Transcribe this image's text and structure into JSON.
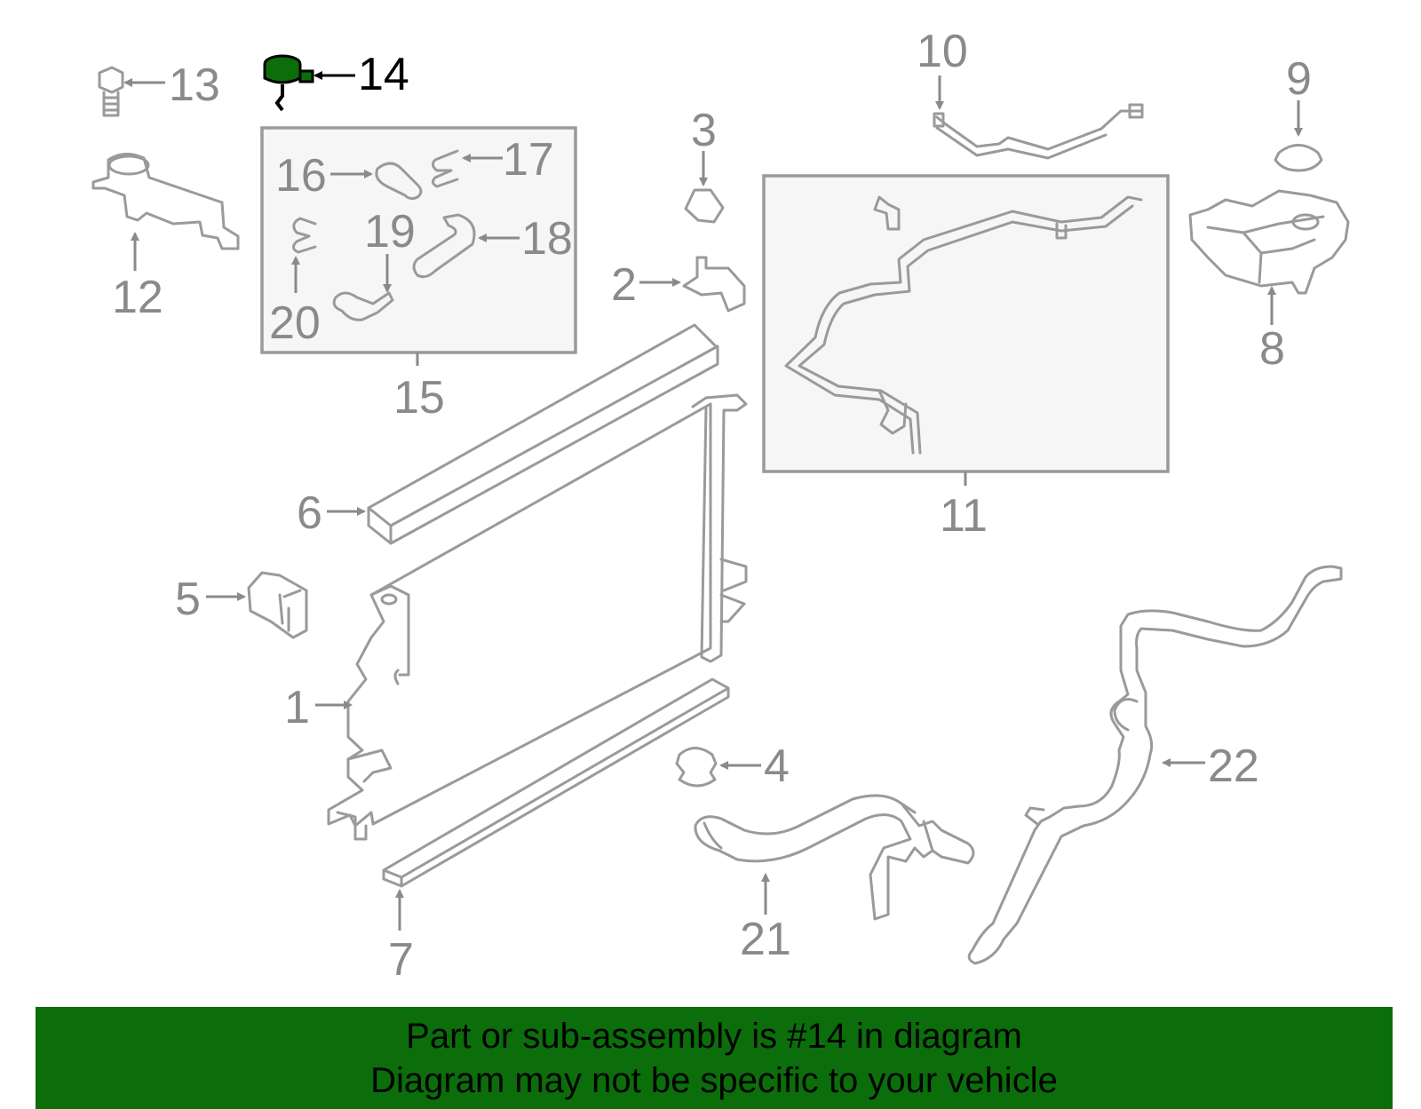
{
  "callouts": {
    "c1": "1",
    "c2": "2",
    "c3": "3",
    "c4": "4",
    "c5": "5",
    "c6": "6",
    "c7": "7",
    "c8": "8",
    "c9": "9",
    "c10": "10",
    "c11": "11",
    "c12": "12",
    "c13": "13",
    "c14": "14",
    "c15": "15",
    "c16": "16",
    "c17": "17",
    "c18": "18",
    "c19": "19",
    "c20": "20",
    "c21": "21",
    "c22": "22"
  },
  "highlight": {
    "part": "14",
    "color": "#0b6e0b"
  },
  "banner": {
    "line1": "Part or sub-assembly is #14 in diagram",
    "line2": "Diagram may not be specific to your vehicle",
    "background": "#0b6e0b"
  }
}
